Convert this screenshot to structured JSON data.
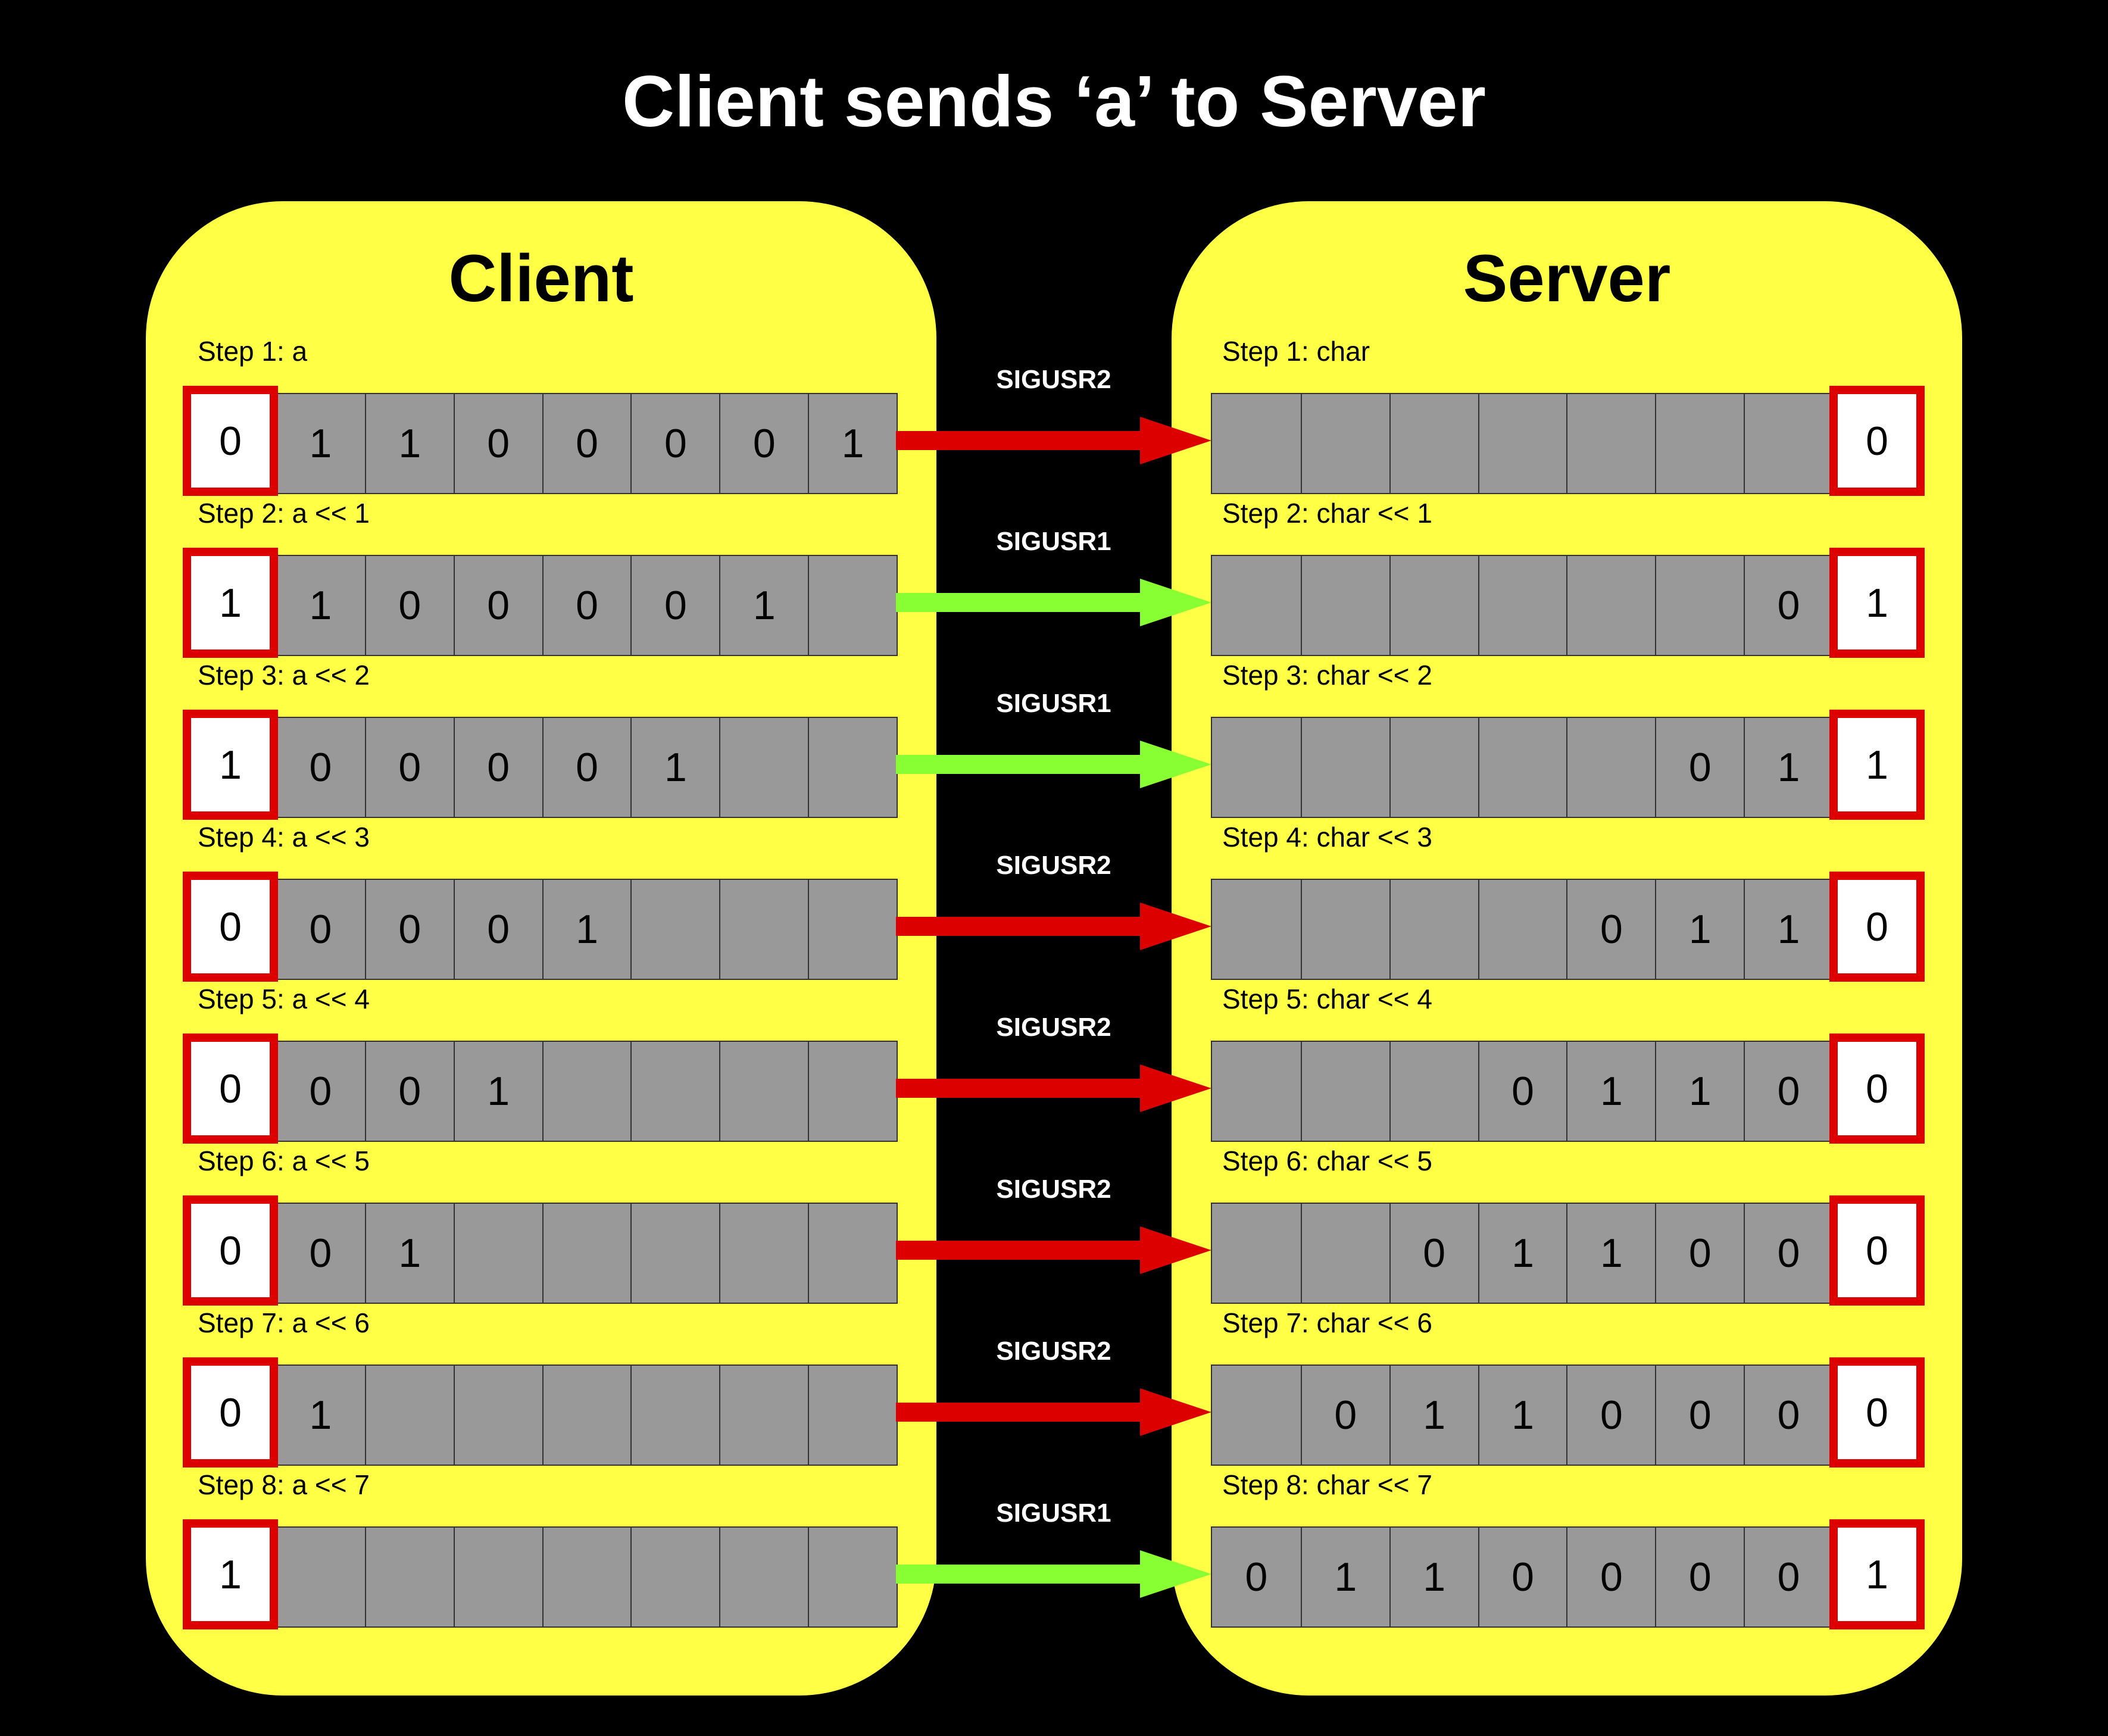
{
  "title": "Client sends ‘a’ to Server",
  "client": {
    "title": "Client"
  },
  "server": {
    "title": "Server"
  },
  "colors": {
    "background": "#000000",
    "panel": "#ffff45",
    "bit_cell": "#999999",
    "highlight_border": "#dd0000",
    "sigusr1_arrow": "#88ff33",
    "sigusr2_arrow": "#dd0000"
  },
  "steps": [
    {
      "client_label": "Step 1: a",
      "client_flag": "0",
      "client_bits": [
        "1",
        "1",
        "0",
        "0",
        "0",
        "0",
        "1"
      ],
      "signal": "SIGUSR2",
      "server_label": "Step 1: char",
      "server_bits": [
        "",
        "",
        "",
        "",
        "",
        "",
        ""
      ],
      "server_flag": "0"
    },
    {
      "client_label": "Step 2: a << 1",
      "client_flag": "1",
      "client_bits": [
        "1",
        "0",
        "0",
        "0",
        "0",
        "1",
        ""
      ],
      "signal": "SIGUSR1",
      "server_label": "Step 2: char << 1",
      "server_bits": [
        "",
        "",
        "",
        "",
        "",
        "",
        "0"
      ],
      "server_flag": "1"
    },
    {
      "client_label": "Step 3: a << 2",
      "client_flag": "1",
      "client_bits": [
        "0",
        "0",
        "0",
        "0",
        "1",
        "",
        ""
      ],
      "signal": "SIGUSR1",
      "server_label": "Step 3: char << 2",
      "server_bits": [
        "",
        "",
        "",
        "",
        "",
        "0",
        "1"
      ],
      "server_flag": "1"
    },
    {
      "client_label": "Step 4: a << 3",
      "client_flag": "0",
      "client_bits": [
        "0",
        "0",
        "0",
        "1",
        "",
        "",
        ""
      ],
      "signal": "SIGUSR2",
      "server_label": "Step 4: char << 3",
      "server_bits": [
        "",
        "",
        "",
        "",
        "0",
        "1",
        "1"
      ],
      "server_flag": "0"
    },
    {
      "client_label": "Step 5: a << 4",
      "client_flag": "0",
      "client_bits": [
        "0",
        "0",
        "1",
        "",
        "",
        "",
        ""
      ],
      "signal": "SIGUSR2",
      "server_label": "Step 5: char << 4",
      "server_bits": [
        "",
        "",
        "",
        "0",
        "1",
        "1",
        "0"
      ],
      "server_flag": "0"
    },
    {
      "client_label": "Step 6: a << 5",
      "client_flag": "0",
      "client_bits": [
        "0",
        "1",
        "",
        "",
        "",
        "",
        ""
      ],
      "signal": "SIGUSR2",
      "server_label": "Step 6: char << 5",
      "server_bits": [
        "",
        "",
        "0",
        "1",
        "1",
        "0",
        "0"
      ],
      "server_flag": "0"
    },
    {
      "client_label": "Step 7: a << 6",
      "client_flag": "0",
      "client_bits": [
        "1",
        "",
        "",
        "",
        "",
        "",
        ""
      ],
      "signal": "SIGUSR2",
      "server_label": "Step 7: char << 6",
      "server_bits": [
        "",
        "0",
        "1",
        "1",
        "0",
        "0",
        "0"
      ],
      "server_flag": "0"
    },
    {
      "client_label": "Step 8: a << 7",
      "client_flag": "1",
      "client_bits": [
        "",
        "",
        "",
        "",
        "",
        "",
        ""
      ],
      "signal": "SIGUSR1",
      "server_label": "Step 8: char << 7",
      "server_bits": [
        "0",
        "1",
        "1",
        "0",
        "0",
        "0",
        "0"
      ],
      "server_flag": "1"
    }
  ]
}
